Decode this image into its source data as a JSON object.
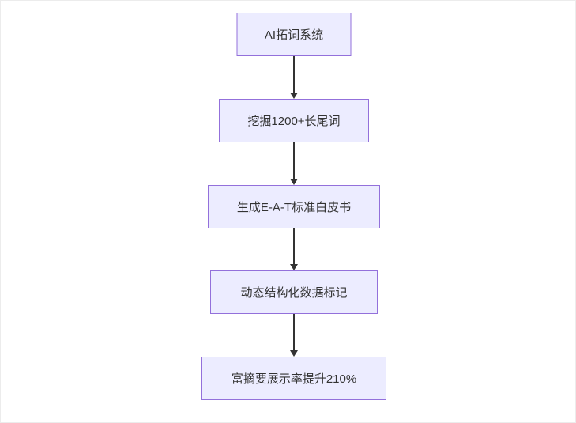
{
  "diagram": {
    "type": "flowchart",
    "direction": "top-down",
    "nodes": [
      {
        "id": "n0",
        "label": "AI拓词系统"
      },
      {
        "id": "n1",
        "label": "挖掘1200+长尾词"
      },
      {
        "id": "n2",
        "label": "生成E-A-T标准白皮书"
      },
      {
        "id": "n3",
        "label": "动态结构化数据标记"
      },
      {
        "id": "n4",
        "label": "富摘要展示率提升210%"
      }
    ],
    "edges": [
      {
        "from": "n0",
        "to": "n1"
      },
      {
        "from": "n1",
        "to": "n2"
      },
      {
        "from": "n2",
        "to": "n3"
      },
      {
        "from": "n3",
        "to": "n4"
      }
    ],
    "colors": {
      "node_fill": "#ECECFF",
      "node_border": "#9370DB",
      "arrow": "#333333",
      "text": "#333333",
      "background": "#FFFFFF"
    }
  }
}
